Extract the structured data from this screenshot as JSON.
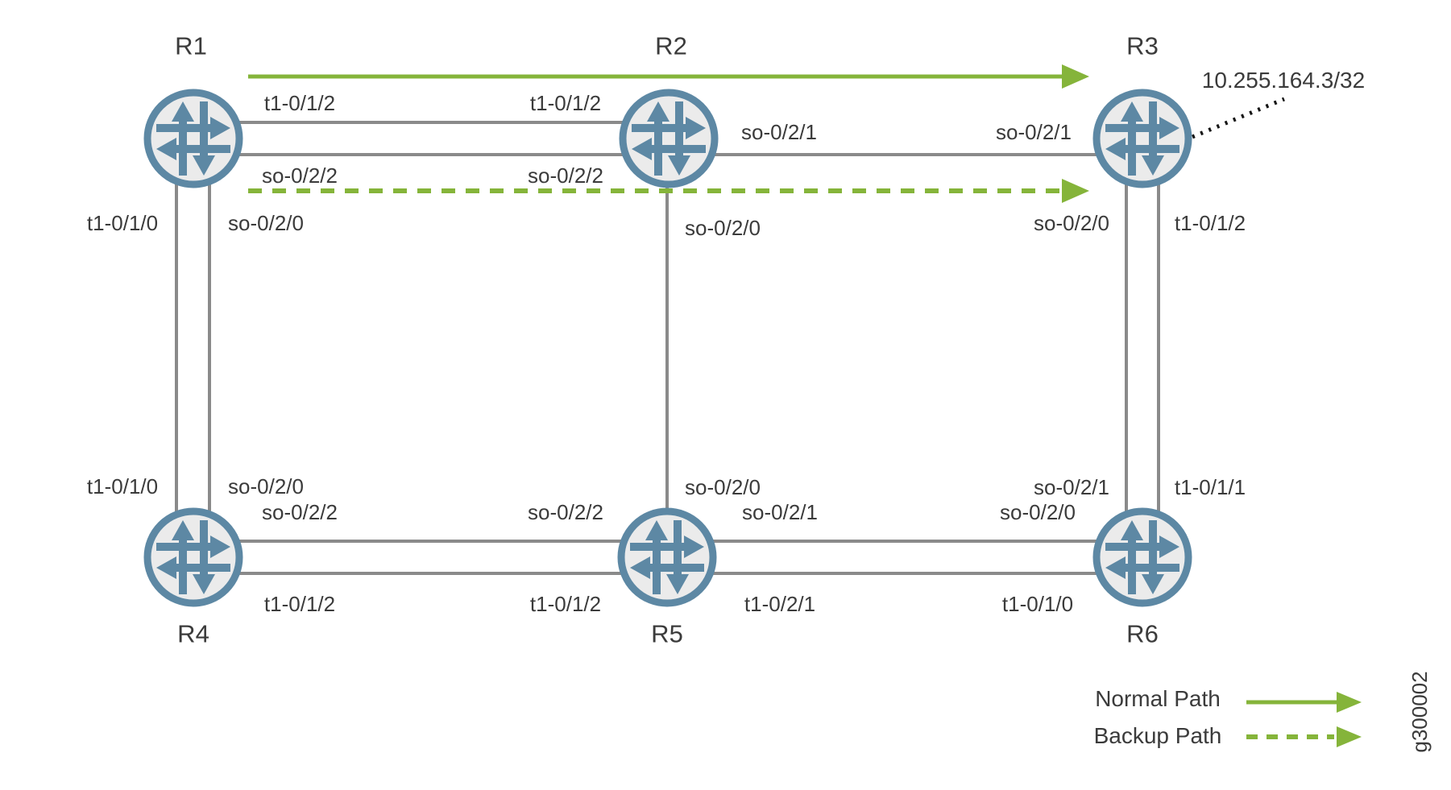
{
  "figure": {
    "id": "g300002"
  },
  "annotation": {
    "r3_loopback": "10.255.164.3/32"
  },
  "legend": {
    "normal": "Normal Path",
    "backup": "Backup Path"
  },
  "routers": {
    "r1": "R1",
    "r2": "R2",
    "r3": "R3",
    "r4": "R4",
    "r5": "R5",
    "r6": "R6"
  },
  "interfaces": {
    "r1_r2_t1_left": "t1-0/1/2",
    "r1_r2_t1_right": "t1-0/1/2",
    "r1_r2_so_left": "so-0/2/2",
    "r1_r2_so_right": "so-0/2/2",
    "r2_r3_so_left": "so-0/2/1",
    "r2_r3_so_right": "so-0/2/1",
    "r1_down_t1": "t1-0/1/0",
    "r1_down_so": "so-0/2/0",
    "r4_up_t1": "t1-0/1/0",
    "r4_up_so": "so-0/2/0",
    "r2_down_so": "so-0/2/0",
    "r5_up_so": "so-0/2/0",
    "r3_down_so": "so-0/2/0",
    "r3_down_t1": "t1-0/1/2",
    "r6_up_so": "so-0/2/1",
    "r6_up_t1": "t1-0/1/1",
    "r4_r5_so_left": "so-0/2/2",
    "r4_r5_so_right": "so-0/2/2",
    "r4_r5_t1_left": "t1-0/1/2",
    "r4_r5_t1_right": "t1-0/1/2",
    "r5_r6_so_left": "so-0/2/1",
    "r5_r6_so_right": "so-0/2/0",
    "r5_r6_t1_left": "t1-0/2/1",
    "r5_r6_t1_right": "t1-0/1/0"
  },
  "colors": {
    "green": "#85b43a",
    "gray": "#8a8a8a",
    "router_stroke": "#5d88a4",
    "router_fill": "#ebebeb",
    "text": "#3b3b3b",
    "black": "#141414"
  }
}
